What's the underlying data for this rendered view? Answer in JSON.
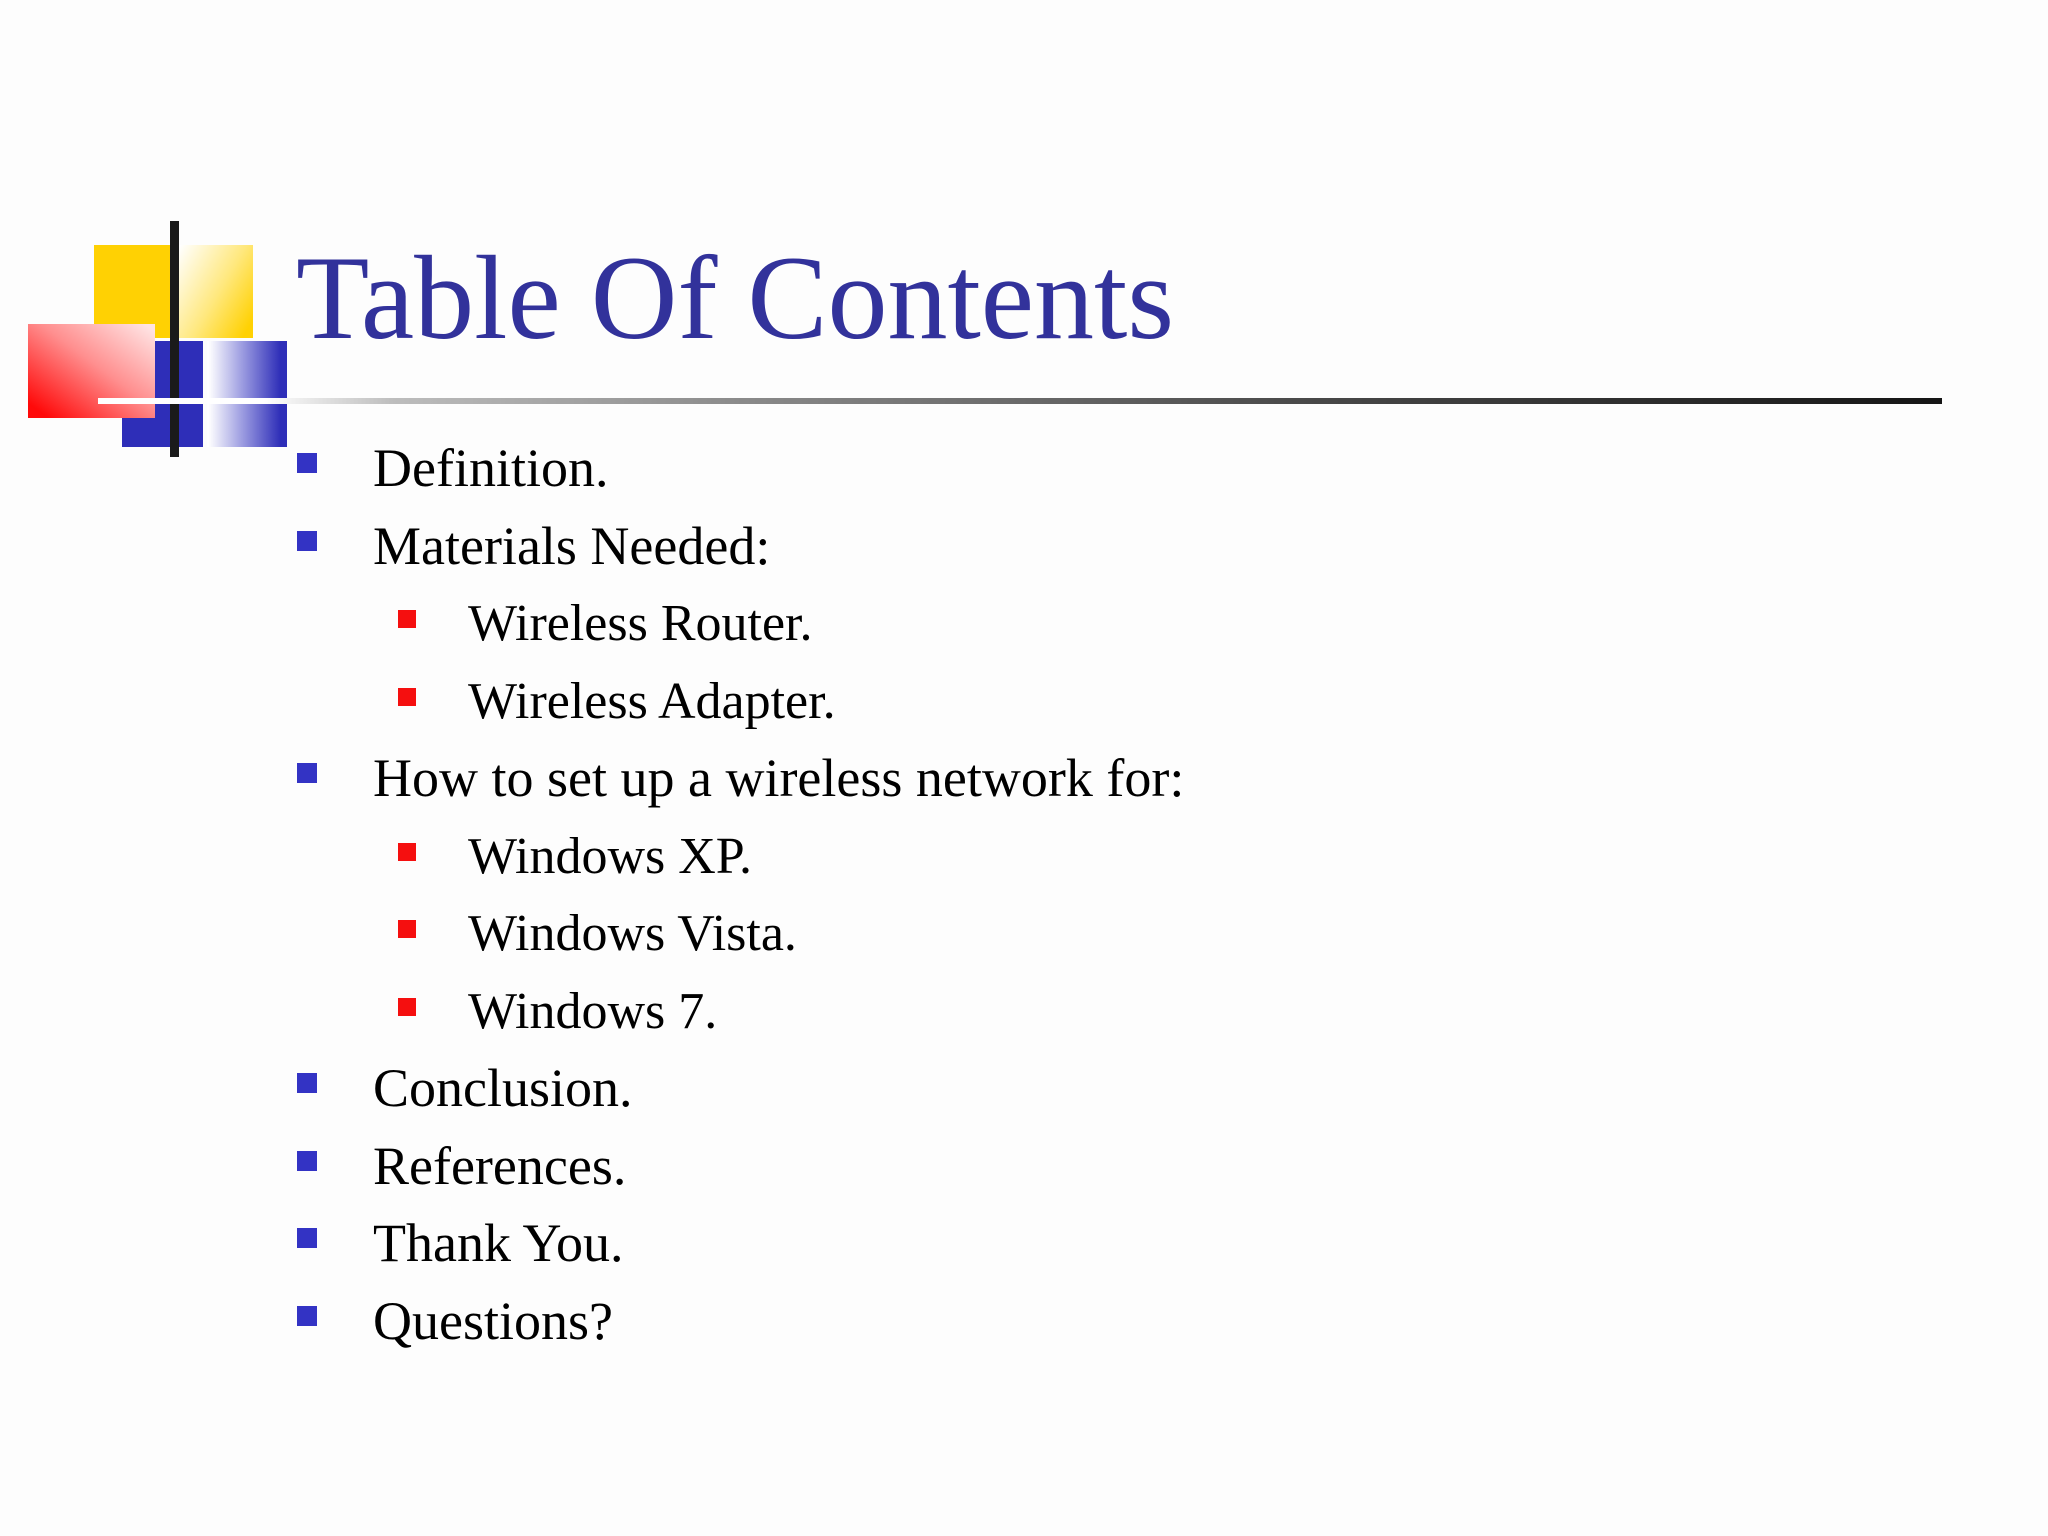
{
  "slide": {
    "title": "Table Of Contents",
    "list": [
      {
        "level": 1,
        "text": "Definition."
      },
      {
        "level": 1,
        "text": "Materials Needed:"
      },
      {
        "level": 2,
        "text": "Wireless Router."
      },
      {
        "level": 2,
        "text": "Wireless Adapter."
      },
      {
        "level": 1,
        "text": "How to set up a wireless network for:"
      },
      {
        "level": 2,
        "text": "Windows XP."
      },
      {
        "level": 2,
        "text": "Windows Vista."
      },
      {
        "level": 2,
        "text": "Windows 7."
      },
      {
        "level": 1,
        "text": "Conclusion."
      },
      {
        "level": 1,
        "text": "References."
      },
      {
        "level": 1,
        "text": "Thank You."
      },
      {
        "level": 1,
        "text": "Questions?"
      }
    ],
    "colors": {
      "title": "#32329b",
      "body_text": "#000000",
      "bullet_level1": "#3333c4",
      "bullet_level2": "#f50f0f",
      "logo_yellow": "#ffd103",
      "logo_red": "#ff0a0a",
      "logo_blue": "#2e2eb8",
      "rule_dark": "#151515"
    }
  }
}
